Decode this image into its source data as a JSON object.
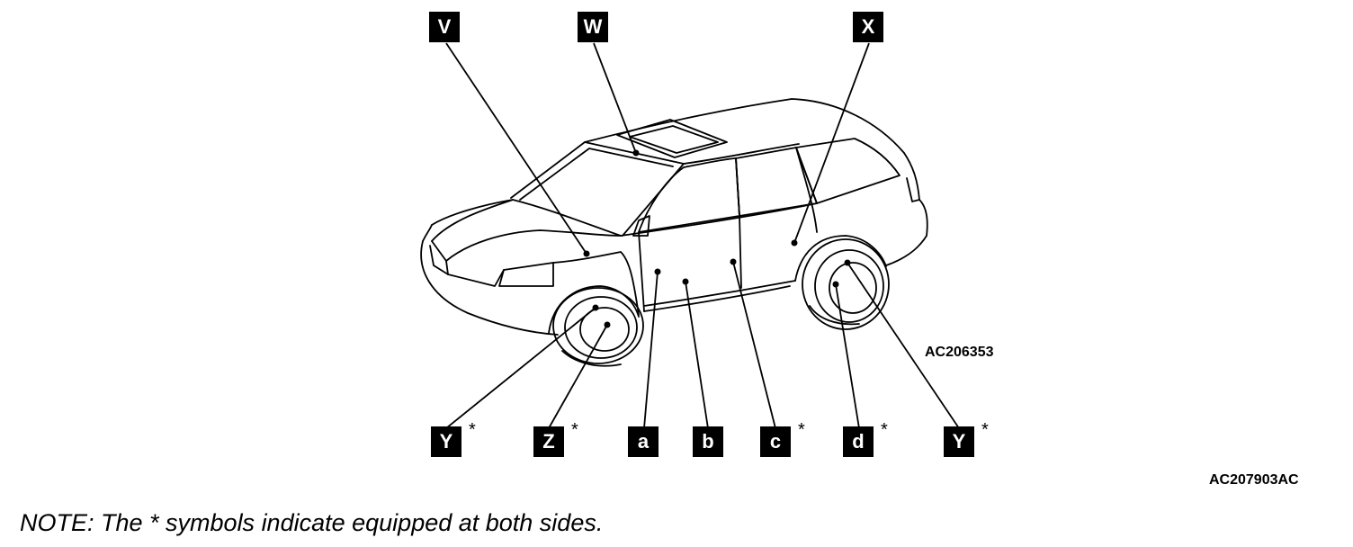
{
  "callouts": {
    "V": {
      "label": "V"
    },
    "W": {
      "label": "W"
    },
    "X": {
      "label": "X"
    },
    "Y_front": {
      "label": "Y",
      "asterisk": "*"
    },
    "Z": {
      "label": "Z",
      "asterisk": "*"
    },
    "a": {
      "label": "a"
    },
    "b": {
      "label": "b"
    },
    "c": {
      "label": "c",
      "asterisk": "*"
    },
    "d": {
      "label": "d",
      "asterisk": "*"
    },
    "Y_rear": {
      "label": "Y",
      "asterisk": "*"
    }
  },
  "figure_code": "AC206353",
  "page_code": "AC207903AC",
  "note": "NOTE: The * symbols indicate equipped at both sides."
}
